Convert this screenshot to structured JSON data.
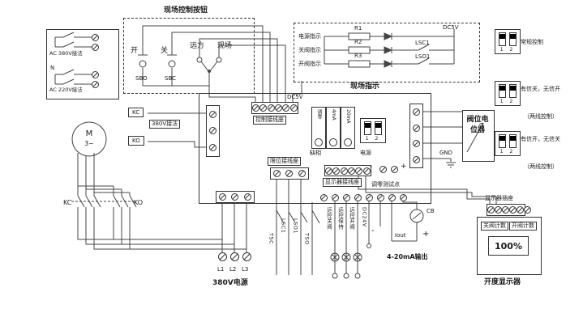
{
  "d": {
    "acbox": {
      "ac380": "AC 380V接法",
      "ac220": "AC 220V接法",
      "n": "N"
    },
    "fc": {
      "title": "现场控制按钮",
      "open": "开",
      "close": "关",
      "sbo": "SBO",
      "sbc": "SBC",
      "remote": "远方",
      "local": "现场"
    },
    "fi": {
      "title": "现场指示",
      "row1": "电源指示",
      "row2": "关阀指示",
      "row3": "开阀指示",
      "r1": "R1",
      "r2": "R2",
      "r3": "R3",
      "lsc1": "LSC1",
      "lso1": "LSO1",
      "dc5v": "DC5V"
    },
    "dips": [
      {
        "t1": "常规控制",
        "t2": "",
        "n": "1 2"
      },
      {
        "t1": "有信关，无信开",
        "t2": "（两线控制）",
        "n": "1 2"
      },
      {
        "t1": "有信开，无信关",
        "t2": "（两线控制）",
        "n": "1 2"
      }
    ],
    "motor": {
      "m": "M",
      "ph": "3~"
    },
    "ct": {
      "kc": "KC",
      "ko": "KO"
    },
    "coil": {
      "kc": "KC",
      "ko": "KO",
      "w380": "380V接法"
    },
    "bd": {
      "ctrl": "控制接线座",
      "dc5v": "DC5V",
      "p1": "调零",
      "p2": "4mA",
      "p3": "20mA",
      "qx": "缺相",
      "pw": "电源",
      "n": "1 2",
      "lim": "限位接线座",
      "disp": "显示器接线座",
      "zt": "调零测试点",
      "minus": "-",
      "plus": "+"
    },
    "vp": {
      "t": "阀位电位器",
      "gnd": "GND"
    },
    "pwr": {
      "l1": "L1",
      "l2": "L2",
      "l3": "L3",
      "t": "380V电源"
    },
    "sw": {
      "s1": "TSC",
      "s2": "LSC1",
      "s3": "LSO1",
      "s4": "TSO"
    },
    "rc": {
      "r1": "远控关阀",
      "r2": "远控保持",
      "r3": "远控开阀",
      "dc24": "DC24V"
    },
    "out": {
      "minus": "-",
      "plus": "+",
      "iout": "Iout",
      "cb": "CB",
      "t": "4-20mA输出"
    },
    "disp": {
      "socket": "显示器插座",
      "c1": "关阀计数",
      "c2": "开阀计数",
      "val": "100%",
      "t": "开度显示器"
    }
  }
}
